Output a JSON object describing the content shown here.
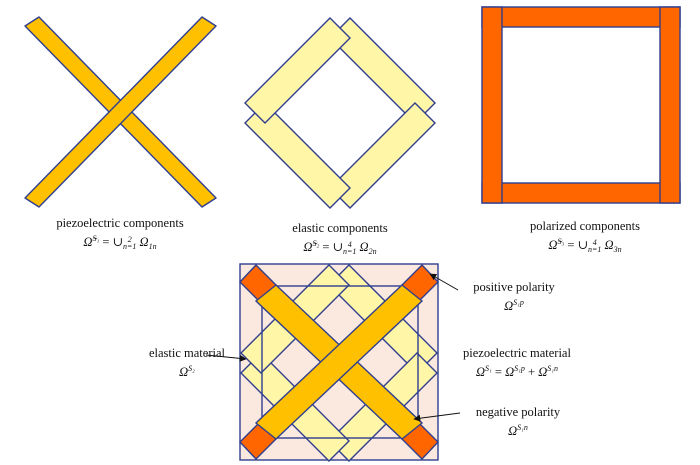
{
  "captions": {
    "piezo": {
      "title": "piezoelectric components",
      "formula": {
        "lhs": "Ω̃",
        "lhs_sup": "S₁",
        "eq": "= ∪",
        "sum_sub": "n=1",
        "sum_sup": "2",
        "rhs": "Ω",
        "rhs_sub": "1n"
      }
    },
    "elastic": {
      "title": "elastic components",
      "formula": {
        "lhs": "Ω̃",
        "lhs_sup": "S₂",
        "eq": "= ∪",
        "sum_sub": "n=1",
        "sum_sup": "4",
        "rhs": "Ω",
        "rhs_sub": "2n"
      }
    },
    "polarized": {
      "title": "polarized components",
      "formula": {
        "lhs": "Ω̃",
        "lhs_sup": "S₃",
        "eq": "= ∪",
        "sum_sub": "n=1",
        "sum_sup": "4",
        "rhs": "Ω",
        "rhs_sub": "3n"
      }
    }
  },
  "labels": {
    "positive": {
      "title": "positive polarity",
      "sym": "Ω",
      "sup": "S₁p"
    },
    "elastic_material": {
      "title": "elastic material",
      "sym": "Ω",
      "sup": "S₂"
    },
    "piezo_material": {
      "title": "piezoelectric material",
      "lhs": "Ω",
      "lhs_sup": "S₁",
      "eq": "=",
      "t1": "Ω",
      "t1_sup": "S₁p",
      "plus": "+",
      "t2": "Ω",
      "t2_sup": "S₁n"
    },
    "negative": {
      "title": "negative polarity",
      "sym": "Ω",
      "sup": "S₁n"
    }
  },
  "colors": {
    "piezo_fill": "#FFC000",
    "elastic_fill": "#FFF6A8",
    "polarized_fill": "#FF6600",
    "outline": "#2F3E8F",
    "background_square": "#FBE9DF"
  }
}
